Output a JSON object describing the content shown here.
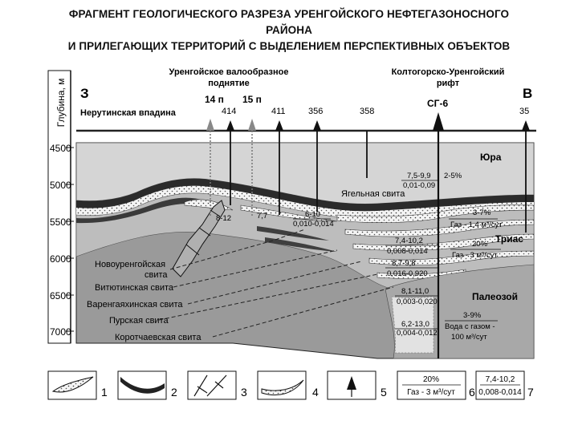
{
  "title": {
    "line1": "ФРАГМЕНТ ГЕОЛОГИЧЕСКОГО РАЗРЕЗА УРЕНГОЙСКОГО НЕФТЕГАЗОНОСНОГО",
    "line2": "РАЙОНА",
    "line3": "И ПРИЛЕГАЮЩИХ ТЕРРИТОРИЙ С ВЫДЕЛЕНИЕМ ПЕРСПЕКТИВНЫХ ОБЪЕКТОВ"
  },
  "axis": {
    "label": "Глубина, м",
    "ticks": [
      "4500",
      "5000",
      "5500",
      "6000",
      "6500",
      "7000"
    ]
  },
  "section": {
    "left_end": "З",
    "right_end": "В"
  },
  "structures": {
    "urengoy_line1": "Уренгойское валообразное",
    "urengoy_line2": "поднятие",
    "kolto_line1": "Колтогорско-Уренгойский",
    "kolto_line2": "рифт",
    "nerutinsk": "Нерутинская впадина"
  },
  "wells": {
    "w14": "14 п",
    "w414": "414",
    "w15": "15 п",
    "w411": "411",
    "w356": "356",
    "w358": "358",
    "wsg6": "СГ-6",
    "w35": "35"
  },
  "units": {
    "yura": "Юра",
    "trias": "Триас",
    "paleozoy": "Палеозой",
    "yagel": "Ягельная свита",
    "novour1": "Новоуренгойская",
    "novour2": "свита",
    "vitut": "Витютинская свита",
    "vareng": "Варенгаяхинская свита",
    "pur": "Пурская свита",
    "korot": "Коротчаевская свита"
  },
  "annotations": {
    "a1": "8-12",
    "a2": "7,7",
    "a3a": "6-10",
    "a3b": "0,010-0,014",
    "a4a": "7,5-9,9",
    "a4b": "0,01-0,09",
    "a5": "2-5%",
    "a6": "3-7%",
    "a7": "Газ - 1,4 м³/сут",
    "a8a": "7,4-10,2",
    "a8b": "0,008-0,014",
    "a9": "20%",
    "a10": "Газ - 3 м³/сут",
    "a11a": "8,7-9,8",
    "a11b": "0,016-0,920",
    "a12a": "8,1-11,0",
    "a12b": "0,003-0,020",
    "a13": "3-9%",
    "a14a": "6,2-13,0",
    "a14b": "0,004-0,012",
    "a15a": "Вода с газом -",
    "a15b": "100 м³/сут"
  },
  "legend": {
    "n1": "1",
    "n2": "2",
    "n3": "3",
    "n4": "4",
    "n5": "5",
    "n6": "6",
    "n7": "7",
    "box6_top": "20%",
    "box6_bottom": "Газ - 3 м³/сут",
    "box7_top": "7,4-10,2",
    "box7_bottom": "0,008-0,014"
  }
}
